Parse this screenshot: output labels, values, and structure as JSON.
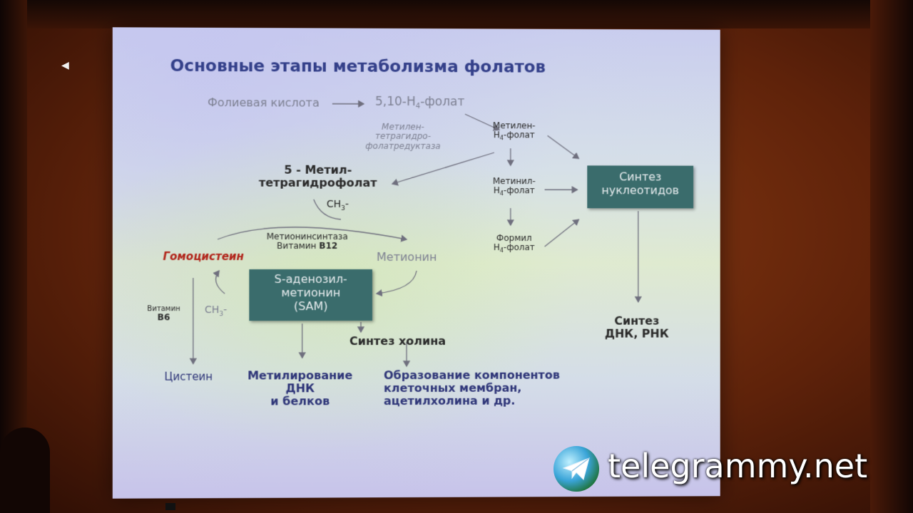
{
  "slide": {
    "title": "Основные этапы метаболизма фолатов",
    "folic_acid": "Фолиевая кислота",
    "thf_prefix": "5,10-Н",
    "thf_suffix": "-фолат",
    "enzyme_line1": "Метилен-",
    "enzyme_line2": "тетрагидро-",
    "enzyme_line3": "фолатредуктаза",
    "methylene_line1": "Метилен-",
    "methylene_line2": "-фолат",
    "methenyl_line1": "Метинил-",
    "methenyl_line2": "-фолат",
    "formyl_line1": "Формил",
    "formyl_line2": "-фолат",
    "h4": "Н",
    "sub4": "4",
    "sub3": "3",
    "nucleotide_line1": "Синтез",
    "nucleotide_line2": "нуклеотидов",
    "methylthf_line1": "5 - Метил-",
    "methylthf_line2": "тетрагидрофолат",
    "ch3_prefix": "CH",
    "ch3_suffix": "-",
    "synthase_line1": "Метионинсинтаза",
    "vitamin_label": "Витамин",
    "b12": "B12",
    "homocysteine": "Гомоцистеин",
    "methionine": "Метионин",
    "sam_line1": "S-аденозил-",
    "sam_line2": "метионин",
    "sam_line3": "(SAM)",
    "b6": "B6",
    "cysteine": "Цистеин",
    "methylation_line1": "Метилирование",
    "methylation_line2": "ДНК",
    "methylation_line3": "и белков",
    "choline": "Синтез холина",
    "membrane_line1": "Образование  компонентов",
    "membrane_line2": "клеточных мембран,",
    "membrane_line3": "ацетилхолина и др.",
    "dna_line1": "Синтез",
    "dna_line2": "ДНК, РНК"
  },
  "watermark": "telegrammy.net",
  "colors": {
    "title": "#34408a",
    "box": "#3a6c6c",
    "homocysteine": "#b12319",
    "screen_frame": "#6b2a0d"
  }
}
